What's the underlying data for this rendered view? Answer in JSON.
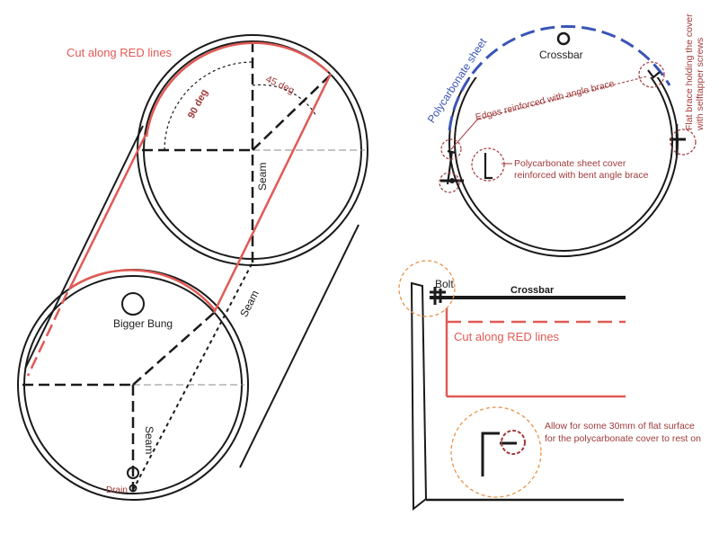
{
  "colors": {
    "ink": "#1a1a1a",
    "red": "#e05a55",
    "blue": "#3a55b5",
    "maroon": "#a03a3a",
    "orange": "#e8944a",
    "thin_gray": "#888888"
  },
  "left_view": {
    "cut_label": "Cut along RED lines",
    "angle_90": "90 deg",
    "angle_45": "45 deg",
    "seam_top": "Seam",
    "seam_side": "Seam",
    "seam_bottom": "Seam",
    "bigger_bung": "Bigger Bung",
    "drain": "Drain"
  },
  "top_right_view": {
    "sheet_label": "Polycarbonate sheet",
    "crossbar": "Crossbar",
    "edges_note": "Edges reinforced with angle brace",
    "cover_note_1": "Polycarbonate sheet cover",
    "cover_note_2": "reinforced with bent angle brace",
    "flat_brace_1": "Flat brace holding the cover",
    "flat_brace_2": "with selftapper screws"
  },
  "bottom_right_view": {
    "bolt": "Bolt",
    "crossbar": "Crossbar",
    "cut_label": "Cut along RED lines",
    "allow_1": "Allow for some 30mm of flat surface",
    "allow_2": "for the polycarbonate cover to rest on"
  }
}
